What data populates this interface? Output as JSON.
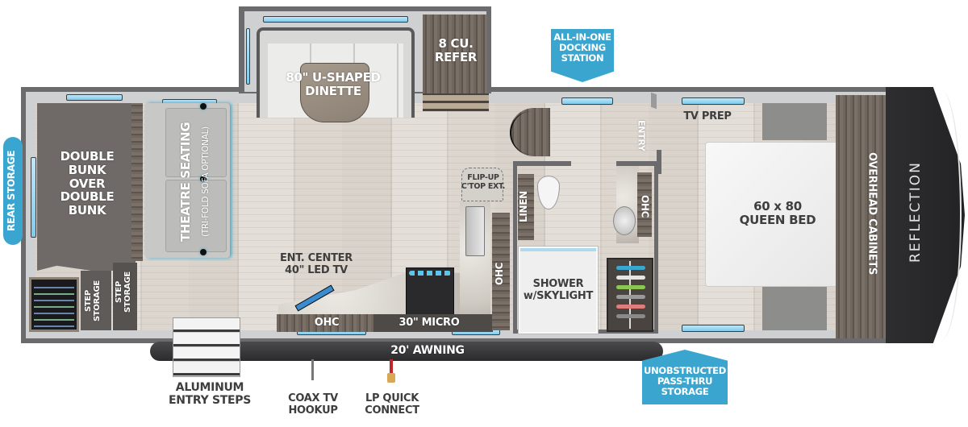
{
  "title": "Fifth Wheel Floor Plan",
  "brand": "REFLECTION",
  "colors": {
    "callout_blue": "#3aa6cf",
    "shell_gray": "#6b6b6d",
    "cap_black": "#2b2b2d",
    "lp_red": "#c0272d"
  },
  "callouts": {
    "rear_storage": "REAR STORAGE",
    "docking_station": "ALL-IN-ONE\nDOCKING\nSTATION",
    "pass_thru_storage": "UNOBSTRUCTED\nPASS-THRU\nSTORAGE"
  },
  "rooms": {
    "bunks": "DOUBLE\nBUNK\nOVER\nDOUBLE\nBUNK",
    "theatre_seating": "THEATRE SEATING",
    "theatre_seating_note": "(TRI-FOLD SOFA OPTIONAL)",
    "step_storage_1": "STEP\nSTORAGE",
    "step_storage_2": "STEP\nSTORAGE",
    "dinette": "80\" U-SHAPED\nDINETTE",
    "refer": "8 CU.\nREFER",
    "ent_center": "ENT. CENTER\n40\" LED TV",
    "ohc_kitchen": "OHC",
    "micro": "30\" MICRO",
    "flip_up": "FLIP-UP\nC'TOP EXT.",
    "ohc_galley": "OHC",
    "linen": "LINEN",
    "ohc_bath": "OHC",
    "shower": "SHOWER\nw/SKYLIGHT",
    "entry": "ENTRY",
    "tv_prep": "TV PREP",
    "queen_bed": "60 x 80\nQUEEN BED",
    "overhead_cabinets": "OVERHEAD CABINETS"
  },
  "exterior": {
    "awning": "20' AWNING",
    "entry_steps": "ALUMINUM\nENTRY STEPS",
    "coax": "COAX TV\nHOOKUP",
    "lp_connect": "LP QUICK\nCONNECT"
  }
}
